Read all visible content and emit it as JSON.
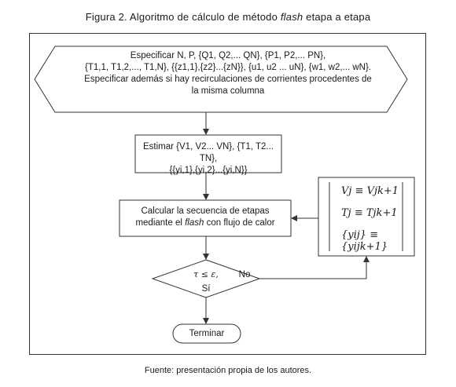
{
  "figure": {
    "title": "Figura 2. Algoritmo de cálculo de método flash etapa a etapa",
    "title_parts": [
      "Figura 2. Algoritmo de cálculo de método ",
      "flash",
      " etapa a etapa"
    ],
    "caption": "Fuente: presentación propia de los autores."
  },
  "nodes": {
    "specify": {
      "line1": "Especificar N, P, {Q1, Q2,... QN}, {P1, P2,... PN},",
      "line2": "{T1,1, T1,2,..., T1,N}, {{z1,1},{z2}...{zN}}, {u1, u2 ... uN}, {w1, w2,... wN}.",
      "line3": "Especificar además si hay recirculaciones de corrientes procedentes de",
      "line4": "la misma columna"
    },
    "estimate": {
      "line1": "Estimar {V1, V2... VN}, {T1, T2... TN},",
      "line2": "{{yi,1},{yi,2}...{yi,N}}"
    },
    "calculate": {
      "line1": "Calcular la secuencia de etapas",
      "line2_parts": [
        "mediante el ",
        "flash",
        " con flujo de calor"
      ]
    },
    "decision": {
      "condition": "τ ≤ ε,",
      "yes": "Sí",
      "no": "No"
    },
    "end": {
      "label": "Terminar"
    },
    "update": {
      "row1": "Vj ≡ Vjk+1",
      "row2": "Tj ≡ Tjk+1",
      "row3": "{yij} ≡ {yijk+1}"
    }
  }
}
